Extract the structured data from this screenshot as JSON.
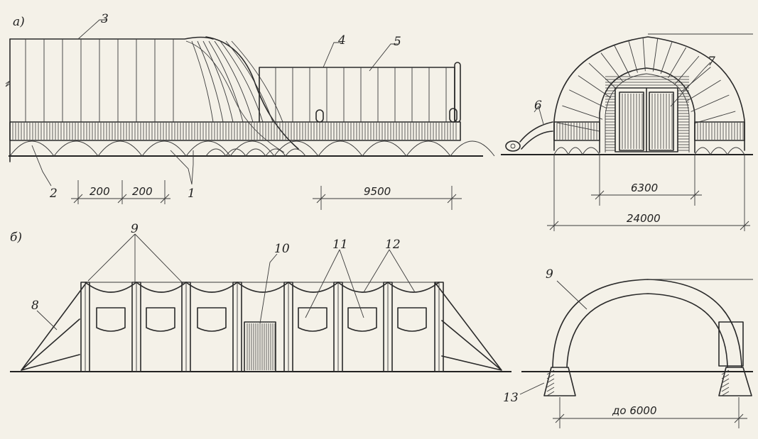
{
  "parts": {
    "a": {
      "label": "а)"
    },
    "b": {
      "label": "б)"
    }
  },
  "callouts": {
    "c1": "1",
    "c2": "2",
    "c3": "3",
    "c4": "4",
    "c5": "5",
    "c6": "6",
    "c7": "7",
    "c8": "8",
    "c9a": "9",
    "c9b": "9",
    "c10": "10",
    "c11": "11",
    "c12": "12",
    "c13": "13"
  },
  "dimensions": {
    "d200a": "200",
    "d200b": "200",
    "d9500": "9500",
    "d6300": "6300",
    "d24000": "24000",
    "d6000": "до 6000"
  },
  "colors": {
    "ink": "#2a2a2a",
    "paper": "#f4f1e8"
  }
}
